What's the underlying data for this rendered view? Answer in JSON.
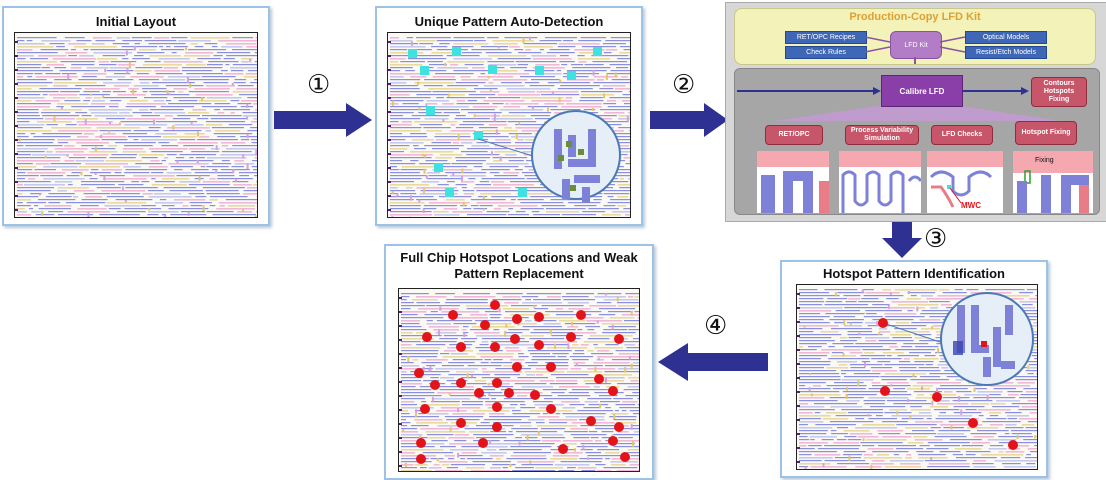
{
  "colors": {
    "arrow": "#2e3192",
    "panel_border": "#9cc3e5",
    "hotspot": "#e2141a",
    "pattern": "#3fe2e0",
    "kit_purple": "#8a3ea8"
  },
  "panels": {
    "initial": {
      "title": "Initial Layout"
    },
    "unique": {
      "title": "Unique Pattern Auto-Detection"
    },
    "hotspot_id": {
      "title": "Hotspot Pattern Identification"
    },
    "fullchip": {
      "title_line1": "Full Chip Hotspot Locations and Weak",
      "title_line2": "Pattern Replacement"
    }
  },
  "steps": [
    "①",
    "②",
    "③",
    "④"
  ],
  "kit": {
    "title": "Production-Copy LFD Kit",
    "left_boxes": [
      "RET/OPC Recipes",
      "Check Rules"
    ],
    "right_boxes": [
      "Optical Models",
      "Resist/Etch Models"
    ],
    "lfd_kit": "LFD Kit",
    "calibre": "Calibre LFD",
    "output": [
      "Contours",
      "Hotspots",
      "Fixing"
    ],
    "modules": [
      "RET/OPC",
      "Process Variability Simulation",
      "LFD Checks",
      "Hotspot Fixing"
    ],
    "mwc": "MWC",
    "fixing": "Fixing"
  }
}
